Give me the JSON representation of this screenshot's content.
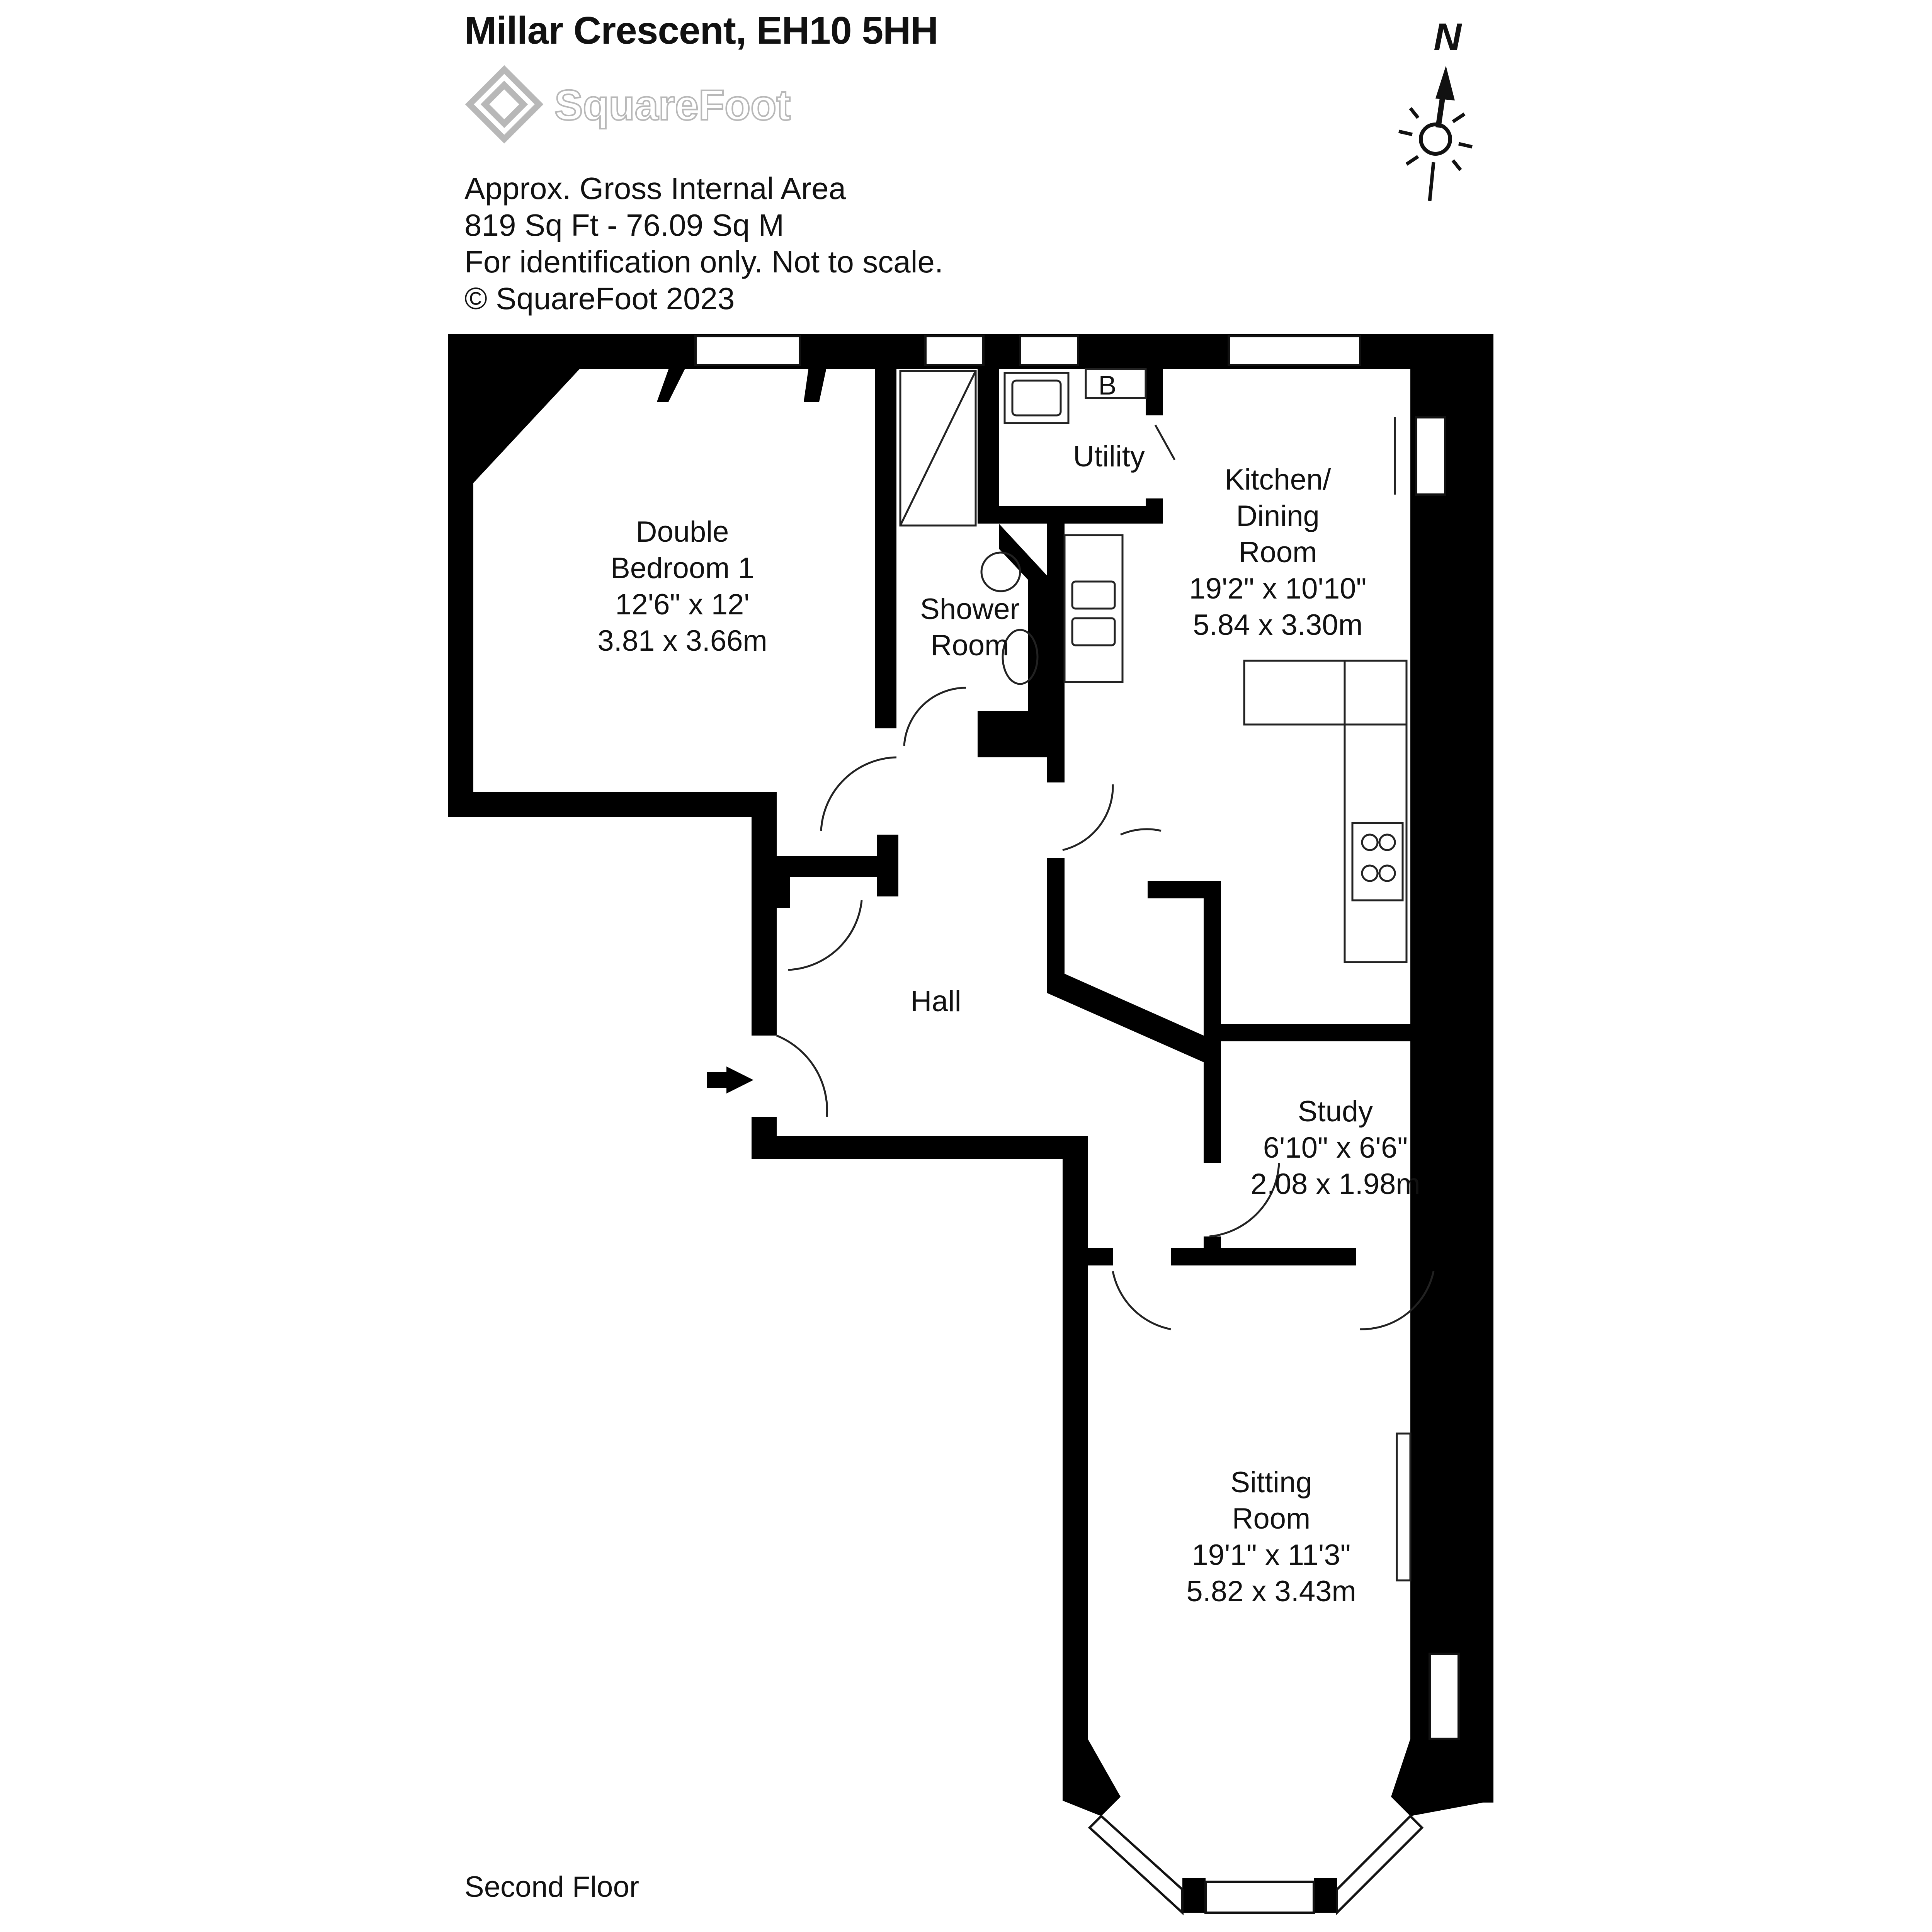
{
  "header": {
    "title": "Millar Crescent, EH10 5HH",
    "logo_text": "SquareFoot",
    "info_lines": [
      "Approx. Gross Internal Area",
      "819 Sq Ft  -  76.09 Sq M",
      "For identification only. Not to scale.",
      "© SquareFoot 2023"
    ]
  },
  "compass": {
    "label": "N"
  },
  "rooms": {
    "bedroom": {
      "name_line1": "Double",
      "name_line2": "Bedroom 1",
      "imperial": "12'6\" x 12'",
      "metric": "3.81 x 3.66m"
    },
    "shower": {
      "name_line1": "Shower",
      "name_line2": "Room"
    },
    "utility": {
      "name": "Utility",
      "boiler": "B"
    },
    "kitchen": {
      "name_line1": "Kitchen/",
      "name_line2": "Dining",
      "name_line3": "Room",
      "imperial": "19'2\" x 10'10\"",
      "metric": "5.84 x 3.30m"
    },
    "hall": {
      "name": "Hall"
    },
    "study": {
      "name": "Study",
      "imperial": "6'10\" x 6'6\"",
      "metric": "2.08 x 1.98m"
    },
    "sitting": {
      "name_line1": "Sitting",
      "name_line2": "Room",
      "imperial": "19'1\" x 11'3\"",
      "metric": "5.82 x 3.43m"
    }
  },
  "footer": {
    "floor_label": "Second Floor"
  },
  "colors": {
    "wall": "#000000",
    "logo": "#b8b8b8",
    "line": "#222222"
  }
}
